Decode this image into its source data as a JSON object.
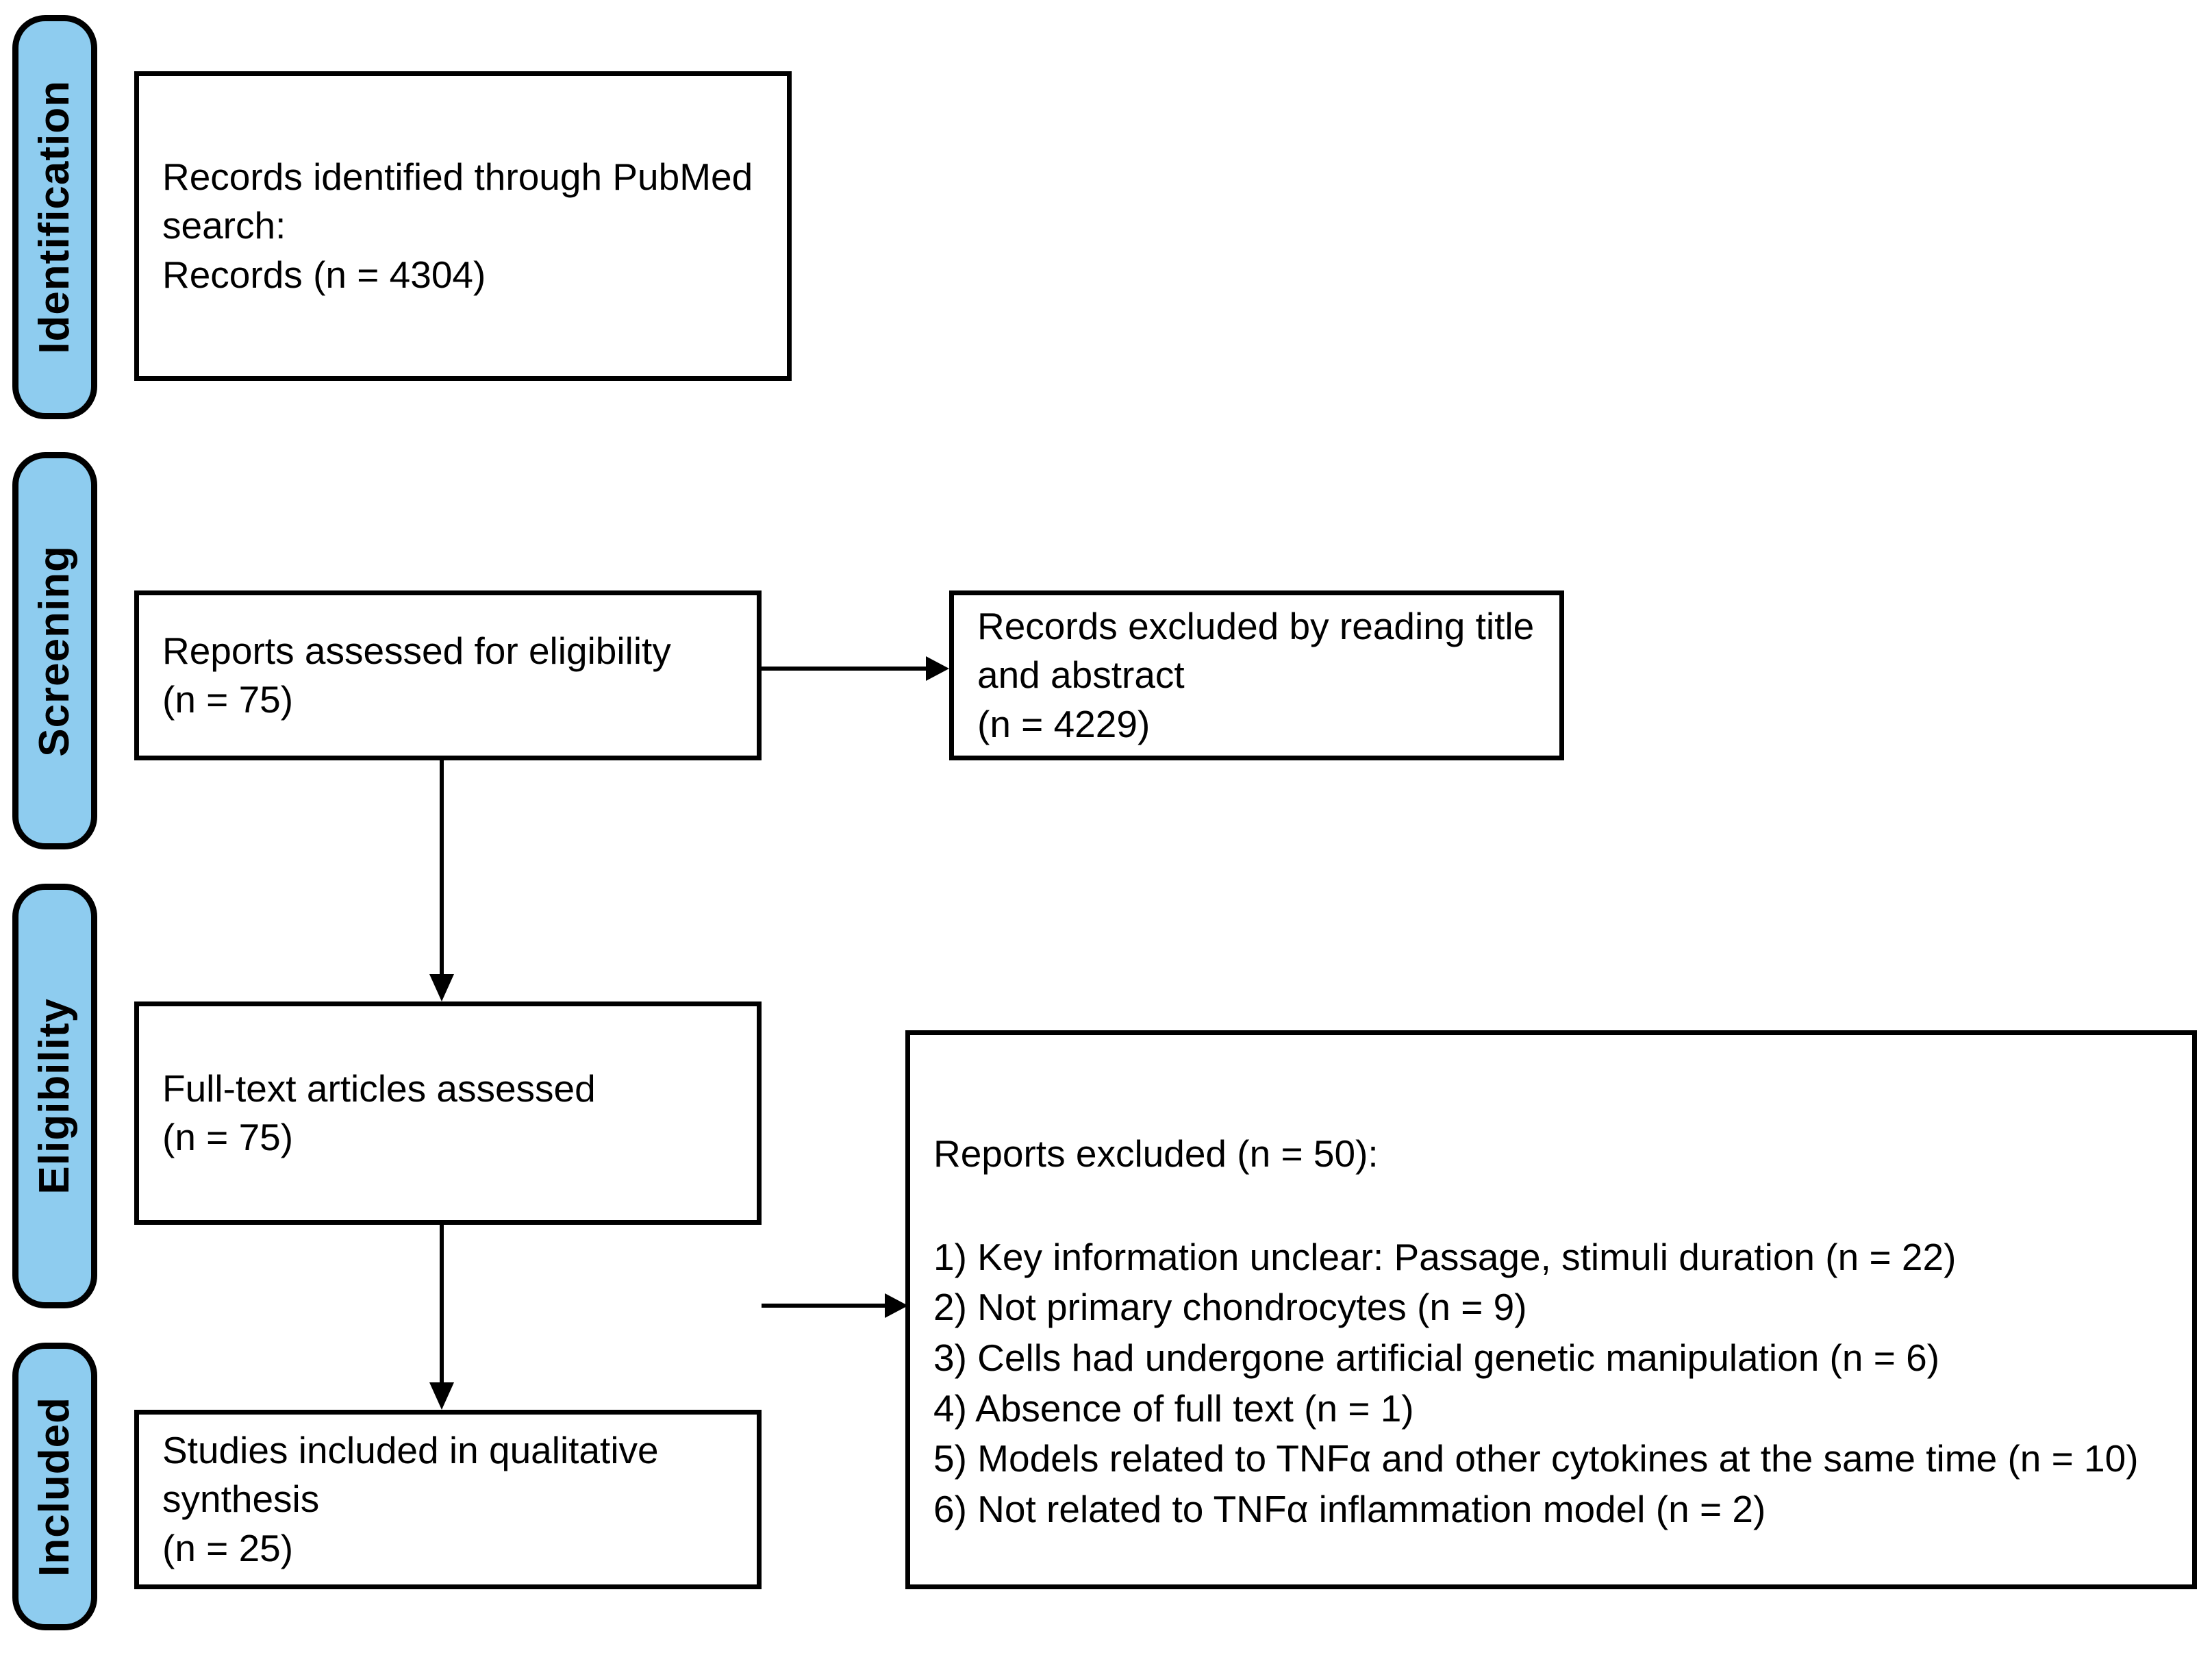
{
  "diagram": {
    "title": "PRISMA flow diagram",
    "accent_color": "#8ECCEF",
    "line_color": "#000000",
    "background_color": "#FFFFFF"
  },
  "stages": [
    {
      "id": "identification",
      "label": "Identification"
    },
    {
      "id": "screening",
      "label": "Screening"
    },
    {
      "id": "eligibility",
      "label": "Eligibility"
    },
    {
      "id": "included",
      "label": "Included"
    }
  ],
  "boxes": {
    "records_identified": {
      "text": "Records identified through PubMed search:\nRecords (n = 4304)"
    },
    "reports_assessed": {
      "text": "Reports assessed for eligibility\n(n = 75)"
    },
    "records_excluded": {
      "text": "Records excluded by reading title and abstract\n(n = 4229)"
    },
    "fulltext_assessed": {
      "text": "Full-text articles assessed\n(n = 75)"
    },
    "reports_excluded": {
      "title": "Reports excluded (n = 50):",
      "items": [
        "1) Key information unclear: Passage, stimuli duration (n = 22)",
        "2) Not primary chondrocytes (n = 9)",
        "3) Cells had undergone artificial genetic manipulation (n = 6)",
        "4) Absence of full text (n = 1)",
        "5) Models related to TNFα and other cytokines at the same time (n = 10)",
        "6) Not related to TNFα inflammation model (n = 2)"
      ]
    },
    "studies_included": {
      "text": "Studies included in qualitative synthesis\n(n = 25)"
    }
  },
  "counts": {
    "records_identified": 4304,
    "reports_assessed": 75,
    "records_excluded_title_abstract": 4229,
    "fulltext_assessed": 75,
    "reports_excluded_total": 50,
    "reports_excluded_reasons": [
      22,
      9,
      6,
      1,
      10,
      2
    ],
    "studies_included": 25
  },
  "connectors": [
    {
      "id": "assessed-to-excluded",
      "type": "arrow-right"
    },
    {
      "id": "assessed-to-fulltext",
      "type": "arrow-down"
    },
    {
      "id": "fulltext-to-excluded",
      "type": "arrow-right"
    },
    {
      "id": "fulltext-to-included",
      "type": "arrow-down"
    }
  ]
}
